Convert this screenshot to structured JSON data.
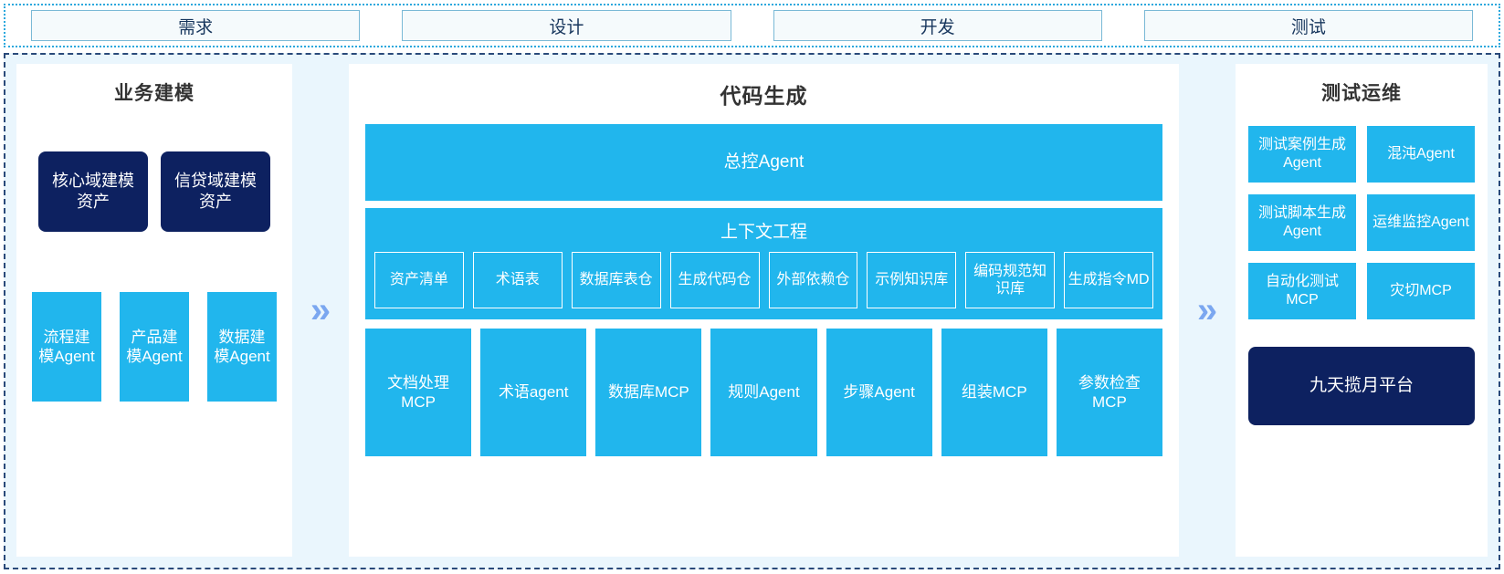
{
  "phases": [
    {
      "label": "需求"
    },
    {
      "label": "设计"
    },
    {
      "label": "开发"
    },
    {
      "label": "测试"
    }
  ],
  "separators": {
    "chevron_glyph": "»"
  },
  "colors": {
    "accent_blue": "#21b6ed",
    "navy": "#0d2160",
    "stage_bg": "#eaf6fd",
    "chevron": "#7ba7f0",
    "phase_border": "#7ab9d6"
  },
  "left_panel": {
    "title": "业务建模",
    "assets": [
      {
        "label": "核心域建模资产"
      },
      {
        "label": "信贷域建模资产"
      }
    ],
    "agents": [
      {
        "label": "流程建模Agent"
      },
      {
        "label": "产品建模Agent"
      },
      {
        "label": "数据建模Agent"
      }
    ]
  },
  "center_panel": {
    "title": "代码生成",
    "master_agent": "总控Agent",
    "context": {
      "title": "上下文工程",
      "items": [
        {
          "label": "资产清单"
        },
        {
          "label": "术语表"
        },
        {
          "label": "数据库表仓"
        },
        {
          "label": "生成代码仓"
        },
        {
          "label": "外部依赖仓"
        },
        {
          "label": "示例知识库"
        },
        {
          "label": "编码规范知识库"
        },
        {
          "label": "生成指令MD"
        }
      ]
    },
    "tools": [
      {
        "label": "文档处理MCP"
      },
      {
        "label": "术语agent"
      },
      {
        "label": "数据库MCP"
      },
      {
        "label": "规则Agent"
      },
      {
        "label": "步骤Agent"
      },
      {
        "label": "组装MCP"
      },
      {
        "label": "参数检查MCP"
      }
    ]
  },
  "right_panel": {
    "title": "测试运维",
    "items": [
      {
        "label": "测试案例生成Agent"
      },
      {
        "label": "混沌Agent"
      },
      {
        "label": "测试脚本生成Agent"
      },
      {
        "label": "运维监控Agent"
      },
      {
        "label": "自动化测试MCP"
      },
      {
        "label": "灾切MCP"
      }
    ],
    "platform": "九天揽月平台"
  }
}
